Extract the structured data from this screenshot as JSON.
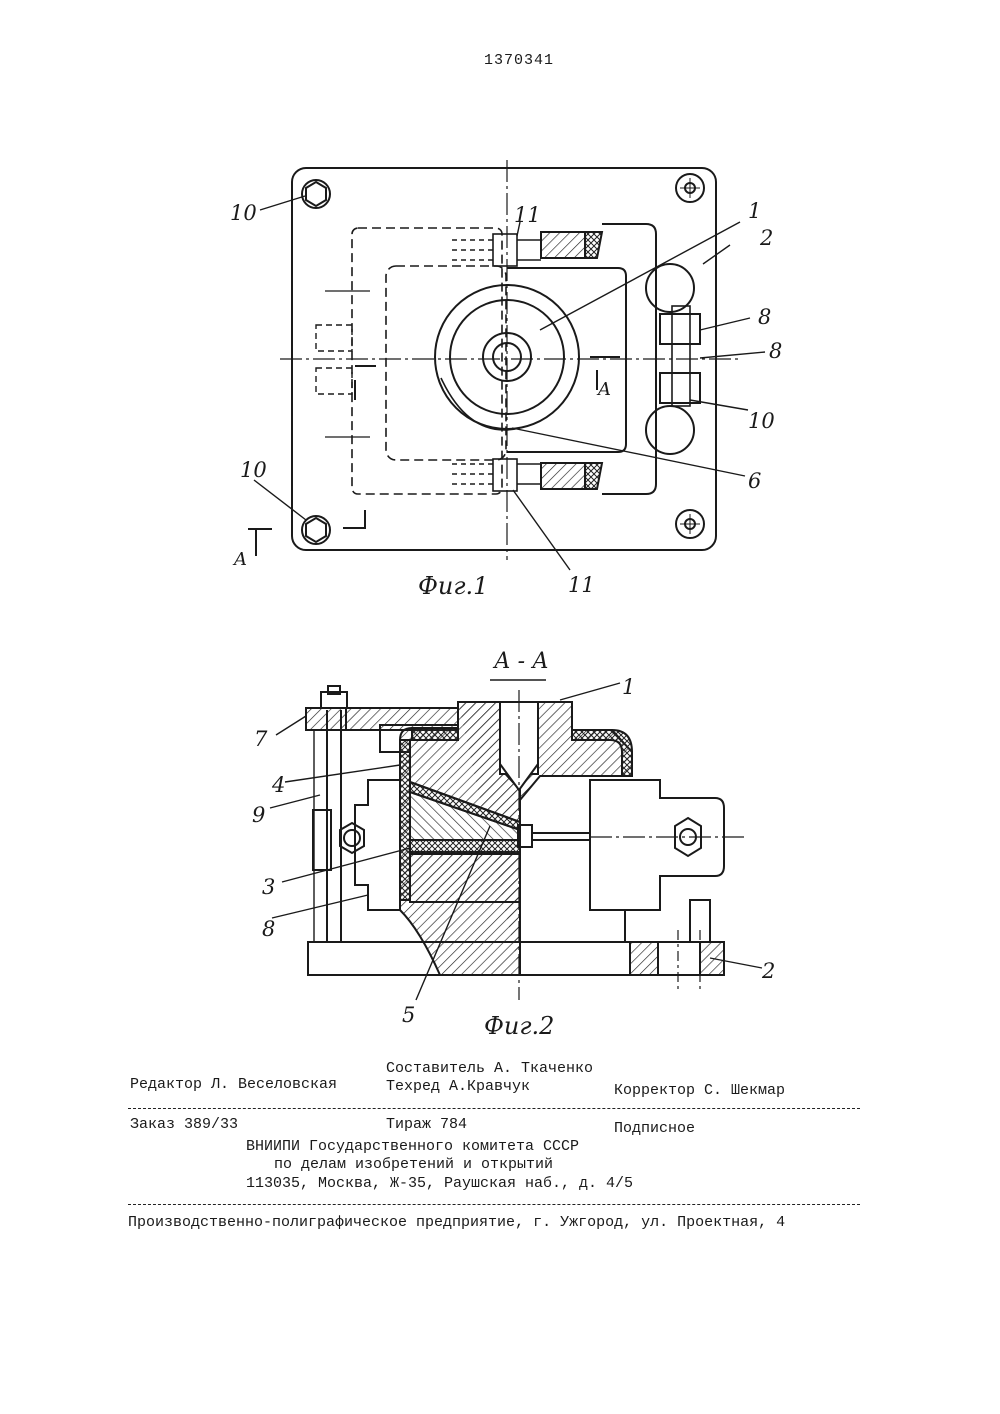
{
  "page": {
    "number": "1370341"
  },
  "figures": {
    "fig1": {
      "caption": "Фиг.1",
      "labels": {
        "l1": "1",
        "l2": "2",
        "l6": "6",
        "l8a": "8",
        "l8b": "8",
        "l10a": "10",
        "l10b": "10",
        "l10c": "10",
        "l11a": "11",
        "l11b": "11",
        "sectionA1": "A",
        "sectionA2": "A"
      }
    },
    "fig2": {
      "caption": "Фиг.2",
      "section_title": "А - А",
      "labels": {
        "l1": "1",
        "l2": "2",
        "l3": "3",
        "l4": "4",
        "l5": "5",
        "l7": "7",
        "l8": "8",
        "l9": "9"
      }
    }
  },
  "imprint": {
    "compiler": "Составитель А. Ткаченко",
    "editor": "Редактор Л. Веселовская",
    "techred": "Техред А.Кравчук",
    "corrector": "Корректор С. Шекмар",
    "order": "Заказ 389/33",
    "circulation": "Тираж 784",
    "subscription": "Подписное",
    "org1": "ВНИИПИ Государственного комитета СССР",
    "org2": "по делам изобретений и открытий",
    "address": "113035, Москва, Ж-35, Раушская наб., д. 4/5",
    "printer": "Производственно-полиграфическое предприятие, г. Ужгород, ул. Проектная, 4"
  }
}
